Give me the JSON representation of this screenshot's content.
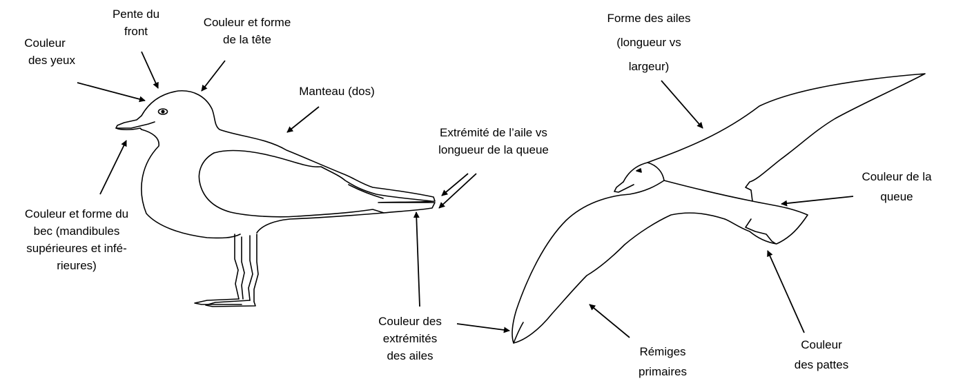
{
  "labels": {
    "couleur_yeux": [
      "Couleur",
      "des yeux"
    ],
    "pente_front": [
      "Pente du",
      "front"
    ],
    "tete": [
      "Couleur et forme",
      "de la tête"
    ],
    "manteau": [
      "Manteau (dos)"
    ],
    "bec": [
      "Couleur et forme du",
      "bec (mandibules",
      "supérieures et infé-",
      "rieures)"
    ],
    "extremite_aile": [
      "Extrémité de l’aile vs",
      "longueur de la queue"
    ],
    "extremites_ailes": [
      "Couleur des",
      "extrémités",
      "des ailes"
    ],
    "forme_ailes": [
      "Forme des ailes",
      "(longueur vs",
      "largeur)"
    ],
    "queue": [
      "Couleur de la",
      "queue"
    ],
    "remiges": [
      "Rémiges",
      "primaires"
    ],
    "pattes": [
      "Couleur",
      "des pattes"
    ]
  },
  "colors": {
    "ink": "#000000",
    "background": "#ffffff"
  }
}
